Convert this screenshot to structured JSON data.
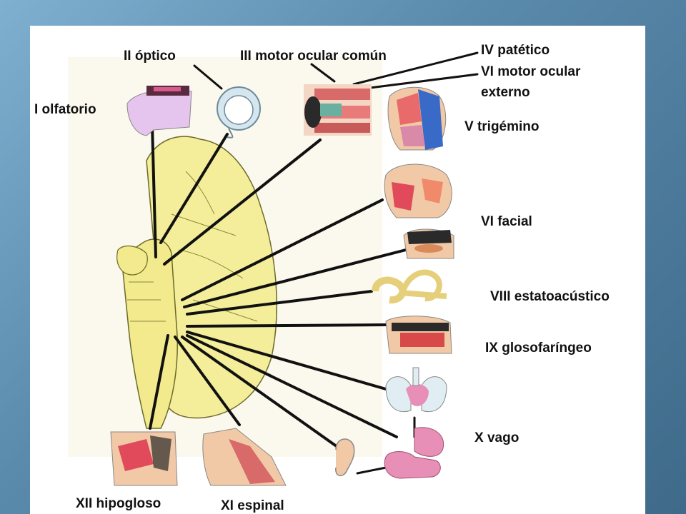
{
  "labels": {
    "olfatorio": "I olfatorio",
    "optico": "II óptico",
    "motor_ocular_comun": "III motor ocular común",
    "patetico": "IV patético",
    "motor_ocular_externo_1": "VI motor ocular",
    "motor_ocular_externo_2": "externo",
    "trigemino": "V trigémino",
    "facial": "VI facial",
    "estatoacustico": "VIII estatoacústico",
    "glosofaringeo": "IX glosofaríngeo",
    "vago": "X vago",
    "espinal": "XI espinal",
    "hipogloso": "XII hipogloso"
  },
  "colors": {
    "brain": "#f4ee9a",
    "brainstem": "#f2ea8c",
    "outline": "#6b6a2a",
    "nerve": "#111111",
    "muscle": "#d86a6a",
    "skin": "#f2c9a6",
    "mucosa": "#e88fb8",
    "cartilage": "#d6e6ef"
  }
}
